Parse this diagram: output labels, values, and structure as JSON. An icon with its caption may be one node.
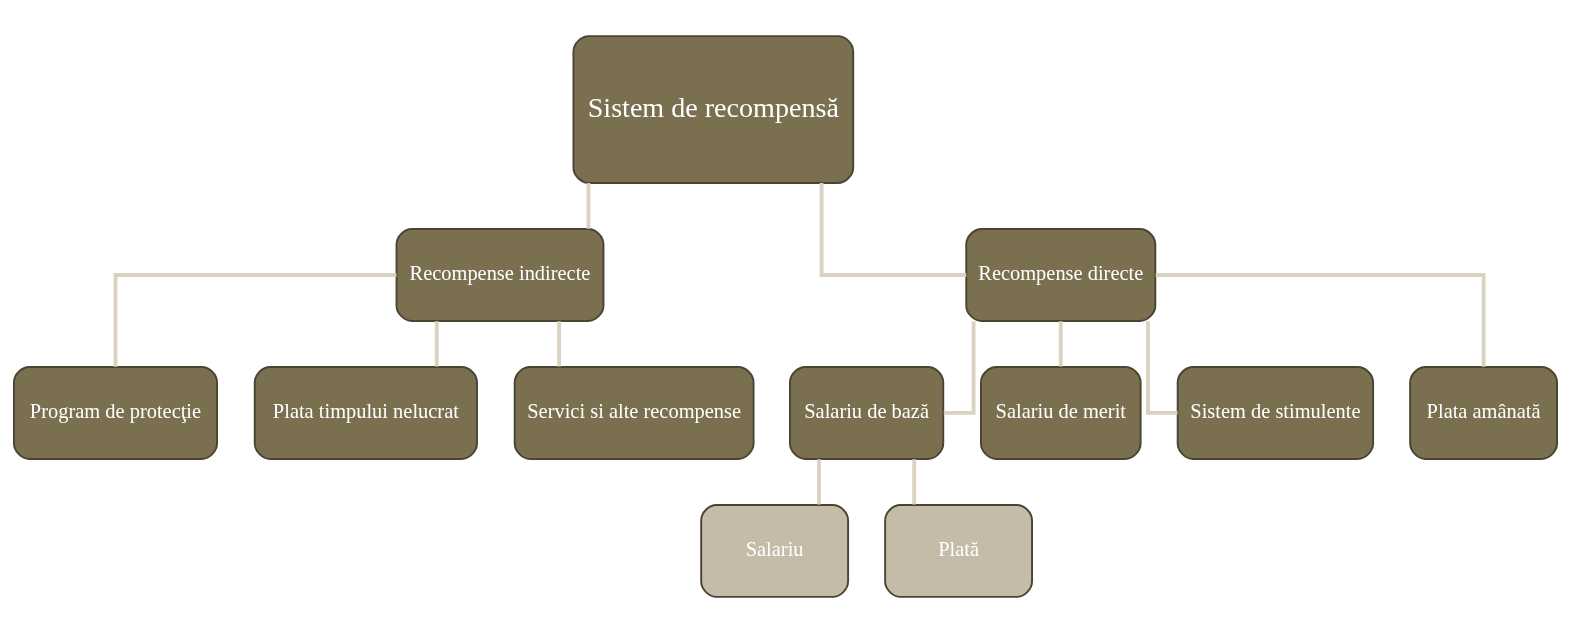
{
  "diagram": {
    "nodes": [
      {
        "text": [
          "Sistem de recompensă"
        ]
      },
      {
        "text": [
          "Recompense indirecte"
        ]
      },
      {
        "text": [
          "Recompense directe"
        ]
      },
      {
        "text": [
          "Program de protecţie"
        ]
      },
      {
        "text": [
          "Plata timpului nelucrat"
        ]
      },
      {
        "text": [
          "Servici si alte recompense"
        ]
      },
      {
        "text": [
          "Salariu de bază"
        ]
      },
      {
        "text": [
          "Salariu de merit"
        ]
      },
      {
        "text": [
          "Sistem de stimulente"
        ]
      },
      {
        "text": [
          "Plata amânată"
        ]
      },
      {
        "text": [
          "Salariu"
        ]
      },
      {
        "text": [
          "Plată"
        ]
      }
    ],
    "edges": [
      {
        "from": 0,
        "to": 1,
        "arrow": "none"
      },
      {
        "from": 0,
        "to": 2,
        "arrow": "none"
      },
      {
        "from": 1,
        "to": 3,
        "arrow": "none"
      },
      {
        "from": 1,
        "to": 4,
        "arrow": "none"
      },
      {
        "from": 1,
        "to": 5,
        "arrow": "none"
      },
      {
        "from": 2,
        "to": 6,
        "arrow": "none"
      },
      {
        "from": 2,
        "to": 7,
        "arrow": "none"
      },
      {
        "from": 2,
        "to": 8,
        "arrow": "none"
      },
      {
        "from": 2,
        "to": 9,
        "arrow": "none"
      },
      {
        "from": 6,
        "to": 10,
        "arrow": "none"
      },
      {
        "from": 6,
        "to": 11,
        "arrow": "none"
      }
    ]
  }
}
